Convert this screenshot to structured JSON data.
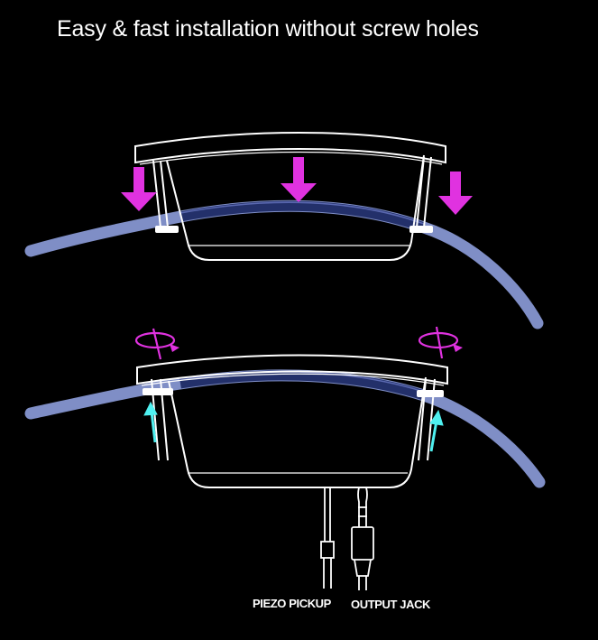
{
  "header": {
    "title": "Easy & fast installation without screw holes"
  },
  "labels": {
    "piezo_pickup": "PIEZO PICKUP",
    "output_jack": "OUTPUT JACK"
  },
  "colors": {
    "background": "#000000",
    "outline": "#ffffff",
    "pickup_cable": "#7f8ec6",
    "press_arrow": "#e032e0",
    "rotate_arrow": "#e032e0",
    "push_arrow": "#4ff0f0"
  },
  "icons": [
    "down-arrow-icon",
    "rotate-arrow-icon",
    "up-arrow-icon",
    "audio-plug-icon"
  ]
}
